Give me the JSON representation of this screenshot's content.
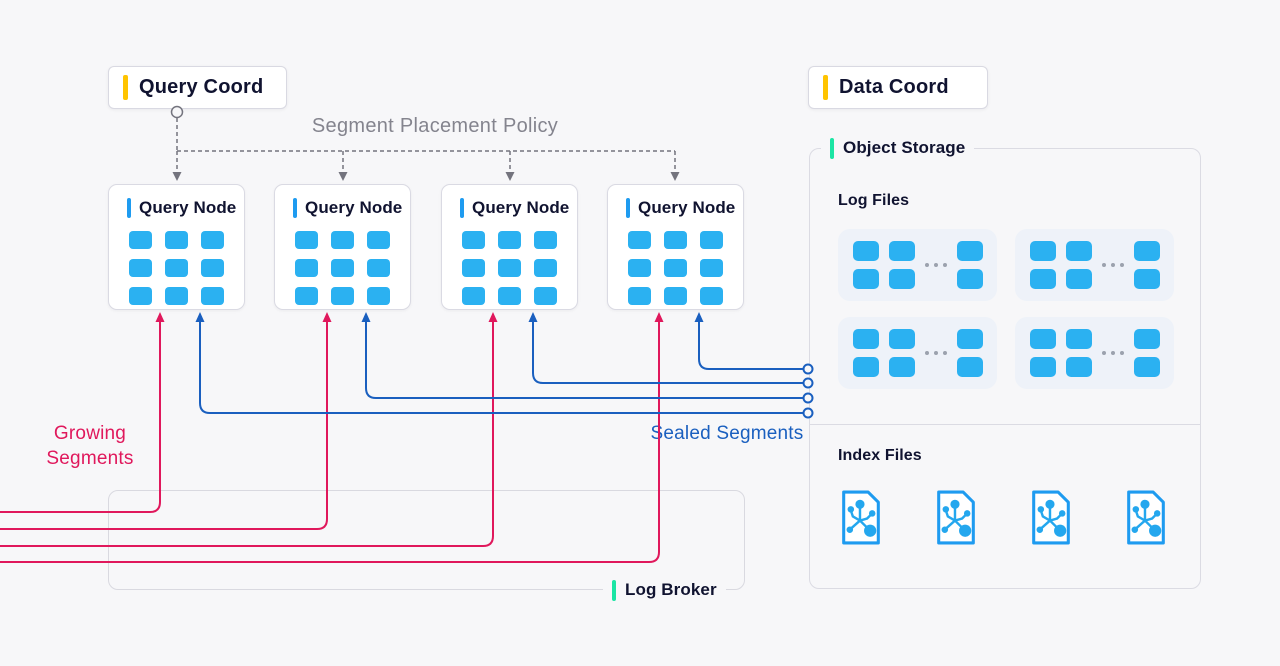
{
  "query_coord": {
    "label": "Query Coord"
  },
  "data_coord": {
    "label": "Data Coord"
  },
  "segment_placement_policy_label": "Segment Placement Policy",
  "query_nodes": [
    {
      "label": "Query Node"
    },
    {
      "label": "Query Node"
    },
    {
      "label": "Query Node"
    },
    {
      "label": "Query Node"
    }
  ],
  "object_storage": {
    "title": "Object Storage",
    "log_files_label": "Log Files",
    "log_file_groups_count": 4,
    "index_files_label": "Index Files",
    "index_file_icons_count": 4
  },
  "log_broker": {
    "label": "Log Broker"
  },
  "growing_segments_label": "Growing Segments",
  "sealed_segments_label": "Sealed Segments",
  "colors": {
    "background": "#F7F7F9",
    "accent_yellow": "#FFC400",
    "accent_blue": "#1E9BF0",
    "accent_green": "#1BE5A4",
    "segment_square_blue": "#2BB1F1",
    "growing_segments_red": "#E0185C",
    "sealed_segments_blue": "#1A5FBF",
    "policy_dashed_gray": "#74747E",
    "text_navy": "#101330"
  }
}
